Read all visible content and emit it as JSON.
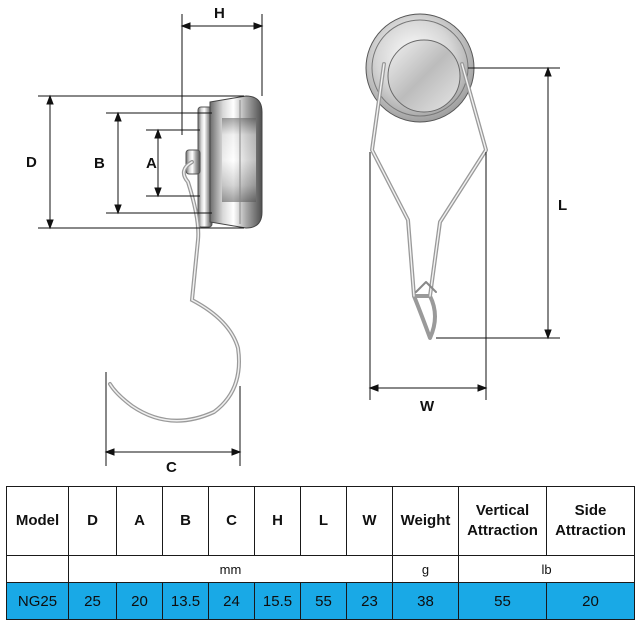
{
  "dimension_labels": {
    "H": "H",
    "D": "D",
    "B": "B",
    "A": "A",
    "C": "C",
    "L": "L",
    "W": "W"
  },
  "table": {
    "headers": [
      "Model",
      "D",
      "A",
      "B",
      "C",
      "H",
      "L",
      "W",
      "Weight",
      "Vertical Attraction",
      "Side Attraction"
    ],
    "units": {
      "blank": "",
      "dimensions": "mm",
      "weight": "g",
      "attraction": "lb"
    },
    "row": [
      "NG25",
      "25",
      "20",
      "13.5",
      "24",
      "15.5",
      "55",
      "23",
      "38",
      "55",
      "20"
    ]
  },
  "colors": {
    "highlight_row": "#19a9e6",
    "chrome_light": "#f4f4f4",
    "chrome_dark": "#7d7d7d"
  }
}
